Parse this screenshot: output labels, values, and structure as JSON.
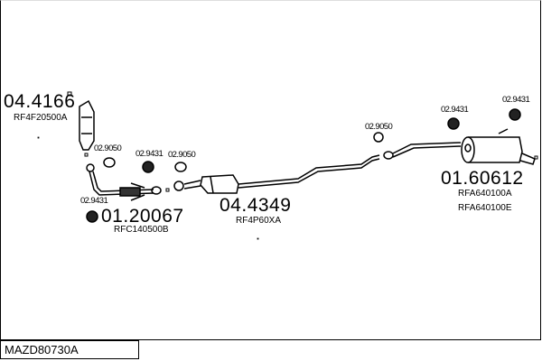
{
  "parts": {
    "cat_front": {
      "number": "04.4166",
      "ref": "RF4F20500A"
    },
    "gasket_a": {
      "number": "02.9050"
    },
    "mount_a": {
      "number": "02.9431"
    },
    "gasket_b": {
      "number": "02.9050"
    },
    "mount_b": {
      "number": "02.9431"
    },
    "front_pipe": {
      "number": "01.20067",
      "ref": "RFC140500B"
    },
    "cat_mid": {
      "number": "04.4349",
      "ref": "RF4P60XA"
    },
    "gasket_c": {
      "number": "02.9050"
    },
    "mount_c": {
      "number": "02.9431"
    },
    "mount_d": {
      "number": "02.9431"
    },
    "rear_silencer": {
      "number": "01.60612",
      "ref": "RFA640100A",
      "ref2": "RFA640100E"
    }
  },
  "footer": {
    "code": "MAZD80730A"
  }
}
